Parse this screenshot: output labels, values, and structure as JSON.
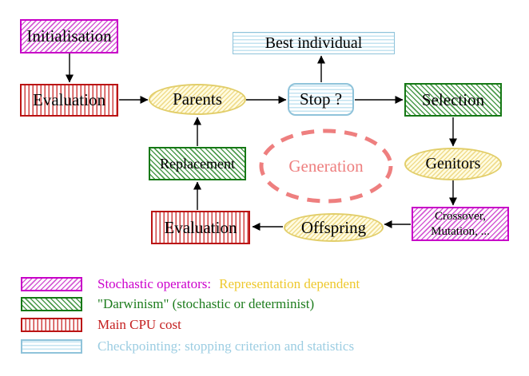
{
  "nodes": {
    "initialisation": "Initialisation",
    "evaluation_top": "Evaluation",
    "parents": "Parents",
    "best_individual": "Best individual",
    "stop": "Stop ?",
    "selection": "Selection",
    "genitors": "Genitors",
    "crossover_line1": "Crossover,",
    "crossover_line2": "Mutation, ...",
    "offspring": "Offspring",
    "evaluation_bottom": "Evaluation",
    "replacement": "Replacement",
    "generation": "Generation"
  },
  "legend": {
    "stochastic_label": "Stochastic operators:",
    "stochastic_value": "Representation dependent",
    "darwinism_label": "\"Darwinism\" (stochastic or determinist)",
    "cpu_label": "Main CPU cost",
    "checkpointing_label": "Checkpointing: stopping criterion and statistics"
  },
  "colors": {
    "magenta": "#cc00cc",
    "green": "#1d7c1d",
    "red": "#c41f1f",
    "cyan": "#9ccde2",
    "yellow_text": "#eec82c",
    "yellow_node_border": "#e2ce6a",
    "generation_pink": "#ee7f7f",
    "arrow_black": "#000000"
  }
}
